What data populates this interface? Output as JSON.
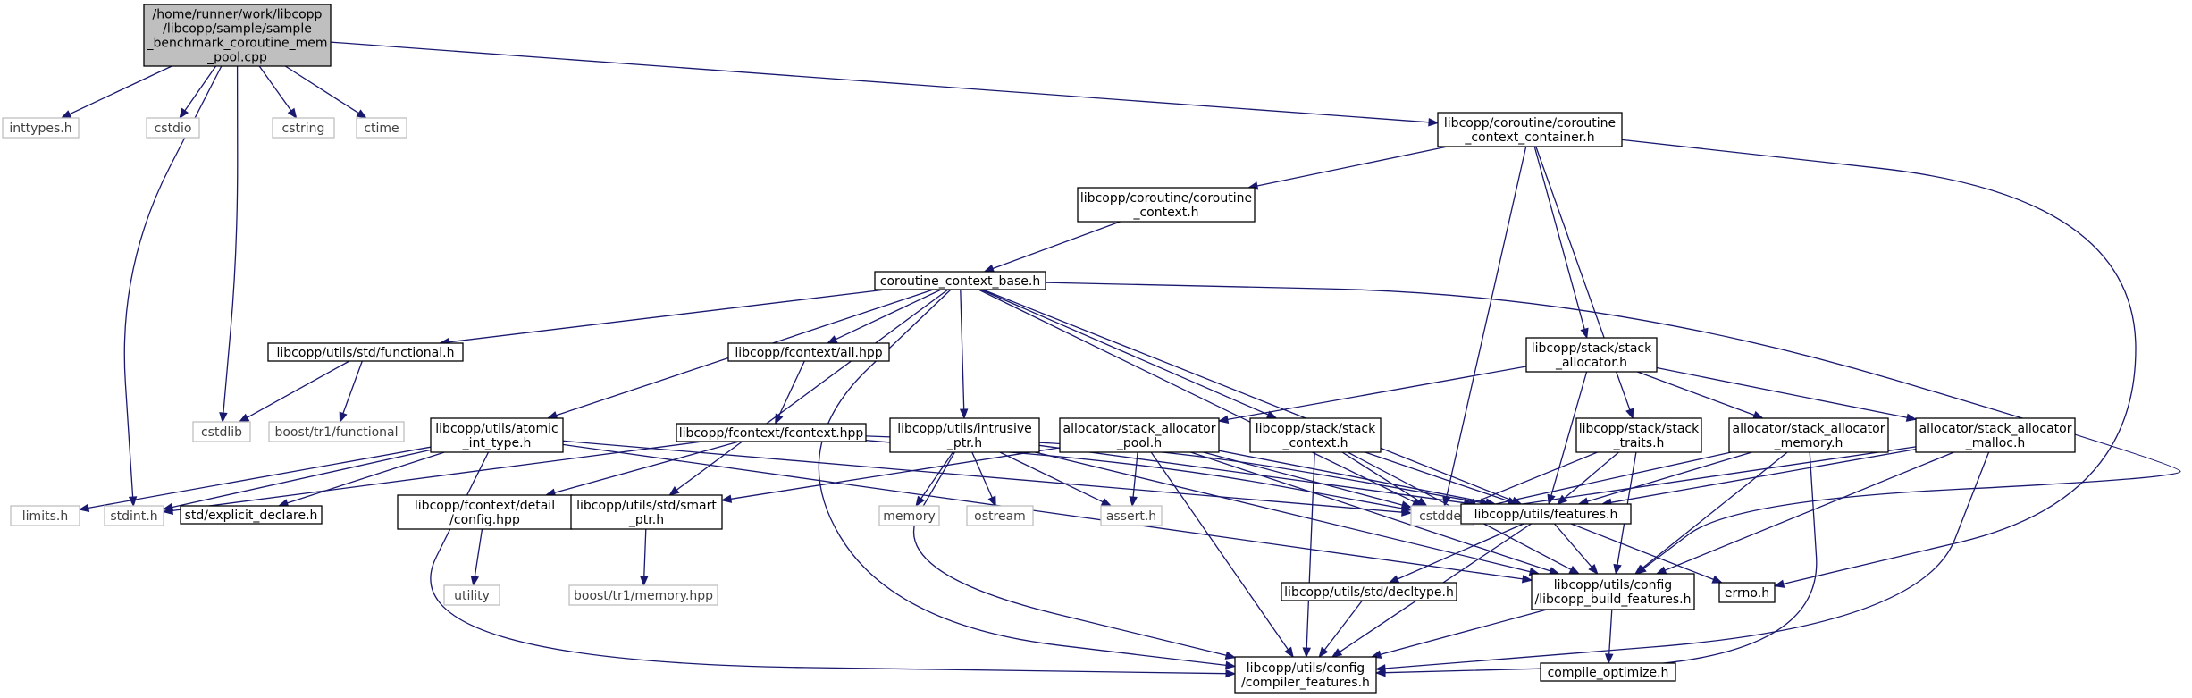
{
  "graph": {
    "nodes": [
      {
        "id": "n_root",
        "lines": [
          "/home/runner/work/libcopp",
          "/libcopp/sample/sample",
          "_benchmark_coroutine_mem",
          "_pool.cpp"
        ],
        "style": "root"
      },
      {
        "id": "n_inttypes",
        "lines": [
          "inttypes.h"
        ],
        "style": "ext"
      },
      {
        "id": "n_cstdio",
        "lines": [
          "cstdio"
        ],
        "style": "ext"
      },
      {
        "id": "n_cstring",
        "lines": [
          "cstring"
        ],
        "style": "ext"
      },
      {
        "id": "n_ctime",
        "lines": [
          "ctime"
        ],
        "style": "ext"
      },
      {
        "id": "n_cstdlib",
        "lines": [
          "cstdlib"
        ],
        "style": "ext"
      },
      {
        "id": "n_stdint",
        "lines": [
          "stdint.h"
        ],
        "style": "ext"
      },
      {
        "id": "n_cc_container",
        "lines": [
          "libcopp/coroutine/coroutine",
          "_context_container.h"
        ],
        "style": "file"
      },
      {
        "id": "n_cc",
        "lines": [
          "libcopp/coroutine/coroutine",
          "_context.h"
        ],
        "style": "file"
      },
      {
        "id": "n_ccbase",
        "lines": [
          "coroutine_context_base.h"
        ],
        "style": "file"
      },
      {
        "id": "n_functional",
        "lines": [
          "libcopp/utils/std/functional.h"
        ],
        "style": "file"
      },
      {
        "id": "n_boost_func",
        "lines": [
          "boost/tr1/functional"
        ],
        "style": "ext"
      },
      {
        "id": "n_fc_all",
        "lines": [
          "libcopp/fcontext/all.hpp"
        ],
        "style": "file"
      },
      {
        "id": "n_fcontext",
        "lines": [
          "libcopp/fcontext/fcontext.hpp"
        ],
        "style": "file"
      },
      {
        "id": "n_atomic",
        "lines": [
          "libcopp/utils/atomic",
          "_int_type.h"
        ],
        "style": "file"
      },
      {
        "id": "n_limits",
        "lines": [
          "limits.h"
        ],
        "style": "ext"
      },
      {
        "id": "n_explicit",
        "lines": [
          "std/explicit_declare.h"
        ],
        "style": "file"
      },
      {
        "id": "n_fc_config",
        "lines": [
          "libcopp/fcontext/detail",
          "/config.hpp"
        ],
        "style": "file"
      },
      {
        "id": "n_utility",
        "lines": [
          "utility"
        ],
        "style": "ext"
      },
      {
        "id": "n_smartptr",
        "lines": [
          "libcopp/utils/std/smart",
          "_ptr.h"
        ],
        "style": "file"
      },
      {
        "id": "n_boost_mem",
        "lines": [
          "boost/tr1/memory.hpp"
        ],
        "style": "ext"
      },
      {
        "id": "n_intrusive",
        "lines": [
          "libcopp/utils/intrusive",
          "_ptr.h"
        ],
        "style": "file"
      },
      {
        "id": "n_memory",
        "lines": [
          "memory"
        ],
        "style": "ext"
      },
      {
        "id": "n_ostream",
        "lines": [
          "ostream"
        ],
        "style": "ext"
      },
      {
        "id": "n_assert",
        "lines": [
          "assert.h"
        ],
        "style": "ext"
      },
      {
        "id": "n_sa_pool",
        "lines": [
          "allocator/stack_allocator",
          "_pool.h"
        ],
        "style": "file"
      },
      {
        "id": "n_stack_ctx",
        "lines": [
          "libcopp/stack/stack",
          "_context.h"
        ],
        "style": "file"
      },
      {
        "id": "n_stack_alloc",
        "lines": [
          "libcopp/stack/stack",
          "_allocator.h"
        ],
        "style": "file"
      },
      {
        "id": "n_stack_traits",
        "lines": [
          "libcopp/stack/stack",
          "_traits.h"
        ],
        "style": "file"
      },
      {
        "id": "n_sa_memory",
        "lines": [
          "allocator/stack_allocator",
          "_memory.h"
        ],
        "style": "file"
      },
      {
        "id": "n_sa_malloc",
        "lines": [
          "allocator/stack_allocator",
          "_malloc.h"
        ],
        "style": "file"
      },
      {
        "id": "n_cstddef",
        "lines": [
          "cstddef"
        ],
        "style": "ext"
      },
      {
        "id": "n_features",
        "lines": [
          "libcopp/utils/features.h"
        ],
        "style": "file"
      },
      {
        "id": "n_decltype",
        "lines": [
          "libcopp/utils/std/decltype.h"
        ],
        "style": "file"
      },
      {
        "id": "n_build_features",
        "lines": [
          "libcopp/utils/config",
          "/libcopp_build_features.h"
        ],
        "style": "file"
      },
      {
        "id": "n_errno",
        "lines": [
          "errno.h"
        ],
        "style": "file"
      },
      {
        "id": "n_compiler_features",
        "lines": [
          "libcopp/utils/config",
          "/compiler_features.h"
        ],
        "style": "file"
      },
      {
        "id": "n_compile_optimize",
        "lines": [
          "compile_optimize.h"
        ],
        "style": "file"
      }
    ],
    "edges": [
      [
        "n_root",
        "n_inttypes"
      ],
      [
        "n_root",
        "n_cstdio"
      ],
      [
        "n_root",
        "n_cstring"
      ],
      [
        "n_root",
        "n_ctime"
      ],
      [
        "n_root",
        "n_cstdlib"
      ],
      [
        "n_root",
        "n_stdint"
      ],
      [
        "n_root",
        "n_cc_container"
      ],
      [
        "n_cc_container",
        "n_cc"
      ],
      [
        "n_cc_container",
        "n_stack_alloc"
      ],
      [
        "n_cc_container",
        "n_stack_traits"
      ],
      [
        "n_cc_container",
        "n_cstddef"
      ],
      [
        "n_cc_container",
        "n_errno"
      ],
      [
        "n_cc",
        "n_ccbase"
      ],
      [
        "n_ccbase",
        "n_functional"
      ],
      [
        "n_ccbase",
        "n_atomic"
      ],
      [
        "n_ccbase",
        "n_smartptr"
      ],
      [
        "n_ccbase",
        "n_fc_all"
      ],
      [
        "n_ccbase",
        "n_intrusive"
      ],
      [
        "n_ccbase",
        "n_stack_ctx"
      ],
      [
        "n_ccbase",
        "n_cstddef"
      ],
      [
        "n_ccbase",
        "n_features"
      ],
      [
        "n_ccbase",
        "n_compiler_features"
      ],
      [
        "n_ccbase",
        "n_build_features"
      ],
      [
        "n_functional",
        "n_cstdlib"
      ],
      [
        "n_functional",
        "n_boost_func"
      ],
      [
        "n_fc_all",
        "n_fcontext"
      ],
      [
        "n_fcontext",
        "n_stdint"
      ],
      [
        "n_fcontext",
        "n_fc_config"
      ],
      [
        "n_fcontext",
        "n_cstddef"
      ],
      [
        "n_fcontext",
        "n_features"
      ],
      [
        "n_fc_config",
        "n_utility"
      ],
      [
        "n_atomic",
        "n_limits"
      ],
      [
        "n_atomic",
        "n_stdint"
      ],
      [
        "n_atomic",
        "n_explicit"
      ],
      [
        "n_atomic",
        "n_cstddef"
      ],
      [
        "n_atomic",
        "n_build_features"
      ],
      [
        "n_atomic",
        "n_compiler_features"
      ],
      [
        "n_smartptr",
        "n_boost_mem"
      ],
      [
        "n_intrusive",
        "n_memory"
      ],
      [
        "n_intrusive",
        "n_ostream"
      ],
      [
        "n_intrusive",
        "n_assert"
      ],
      [
        "n_intrusive",
        "n_features"
      ],
      [
        "n_intrusive",
        "n_build_features"
      ],
      [
        "n_intrusive",
        "n_compiler_features"
      ],
      [
        "n_stack_alloc",
        "n_sa_pool"
      ],
      [
        "n_stack_alloc",
        "n_sa_memory"
      ],
      [
        "n_stack_alloc",
        "n_sa_malloc"
      ],
      [
        "n_stack_alloc",
        "n_features"
      ],
      [
        "n_sa_pool",
        "n_smartptr"
      ],
      [
        "n_sa_pool",
        "n_assert"
      ],
      [
        "n_sa_pool",
        "n_cstddef"
      ],
      [
        "n_sa_pool",
        "n_features"
      ],
      [
        "n_sa_pool",
        "n_build_features"
      ],
      [
        "n_sa_pool",
        "n_compiler_features"
      ],
      [
        "n_stack_ctx",
        "n_cstddef"
      ],
      [
        "n_stack_ctx",
        "n_features"
      ],
      [
        "n_stack_ctx",
        "n_build_features"
      ],
      [
        "n_stack_ctx",
        "n_compiler_features"
      ],
      [
        "n_stack_traits",
        "n_cstddef"
      ],
      [
        "n_stack_traits",
        "n_features"
      ],
      [
        "n_stack_traits",
        "n_build_features"
      ],
      [
        "n_sa_memory",
        "n_cstddef"
      ],
      [
        "n_sa_memory",
        "n_features"
      ],
      [
        "n_sa_memory",
        "n_build_features"
      ],
      [
        "n_sa_memory",
        "n_compiler_features"
      ],
      [
        "n_sa_malloc",
        "n_cstddef"
      ],
      [
        "n_sa_malloc",
        "n_features"
      ],
      [
        "n_sa_malloc",
        "n_build_features"
      ],
      [
        "n_sa_malloc",
        "n_compiler_features"
      ],
      [
        "n_features",
        "n_decltype"
      ],
      [
        "n_features",
        "n_build_features"
      ],
      [
        "n_features",
        "n_errno"
      ],
      [
        "n_features",
        "n_compiler_features"
      ],
      [
        "n_decltype",
        "n_compiler_features"
      ],
      [
        "n_build_features",
        "n_compiler_features"
      ],
      [
        "n_build_features",
        "n_compile_optimize"
      ]
    ],
    "colors": {
      "edge": "#191970",
      "root_fill": "#bfbfbf",
      "file_border": "#000000",
      "ext_border": "#bfbfbf",
      "ext_text": "#404040",
      "text": "#000000"
    }
  }
}
